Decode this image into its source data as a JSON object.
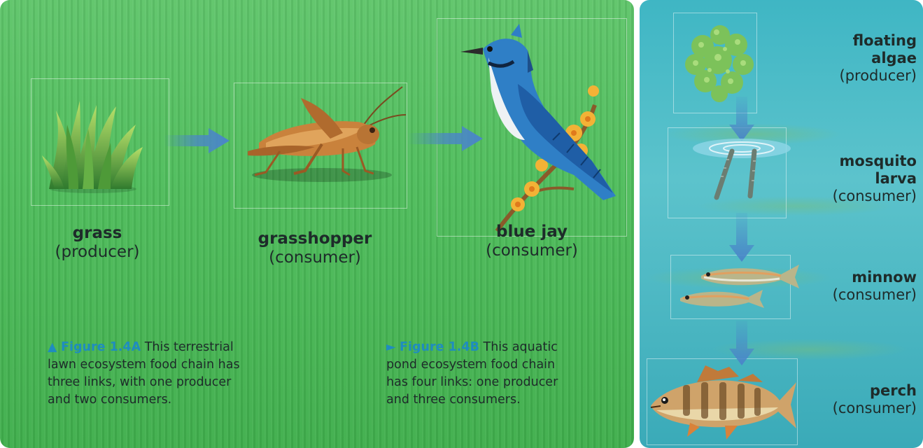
{
  "lawn_chain": {
    "grass": {
      "name": "grass",
      "role": "(producer)"
    },
    "grasshopper": {
      "name": "grasshopper",
      "role": "(consumer)"
    },
    "blue_jay": {
      "name": "blue jay",
      "role": "(consumer)"
    }
  },
  "pond_chain": {
    "algae": {
      "name_line1": "floating",
      "name_line2": "algae",
      "role": "(producer)"
    },
    "larva": {
      "name_line1": "mosquito",
      "name_line2": "larva",
      "role": "(consumer)"
    },
    "minnow": {
      "name": "minnow",
      "role": "(consumer)"
    },
    "perch": {
      "name": "perch",
      "role": "(consumer)"
    }
  },
  "captions": {
    "a": {
      "marker": "▲",
      "figure": "Figure 1.4A",
      "line1": "This terrestrial",
      "line2": "lawn ecosystem food chain has",
      "line3": "three links, with one producer",
      "line4": "and two consumers."
    },
    "b": {
      "marker": "►",
      "figure": "Figure 1.4B",
      "line1": "This aquatic",
      "line2": "pond ecosystem food chain",
      "line3": "has four links: one producer",
      "line4": "and three consumers."
    }
  },
  "colors": {
    "lawn": "#4fbd5c",
    "pond": "#4ab8c6",
    "arrow": "#4a86c8",
    "figure_label": "#1f8cbf",
    "text": "#1e2b2a"
  },
  "icons": [
    "grass-icon",
    "grasshopper-icon",
    "blue-jay-icon",
    "floating-algae-icon",
    "mosquito-larva-icon",
    "minnow-icon",
    "perch-icon",
    "arrow-right-icon",
    "arrow-down-icon"
  ]
}
